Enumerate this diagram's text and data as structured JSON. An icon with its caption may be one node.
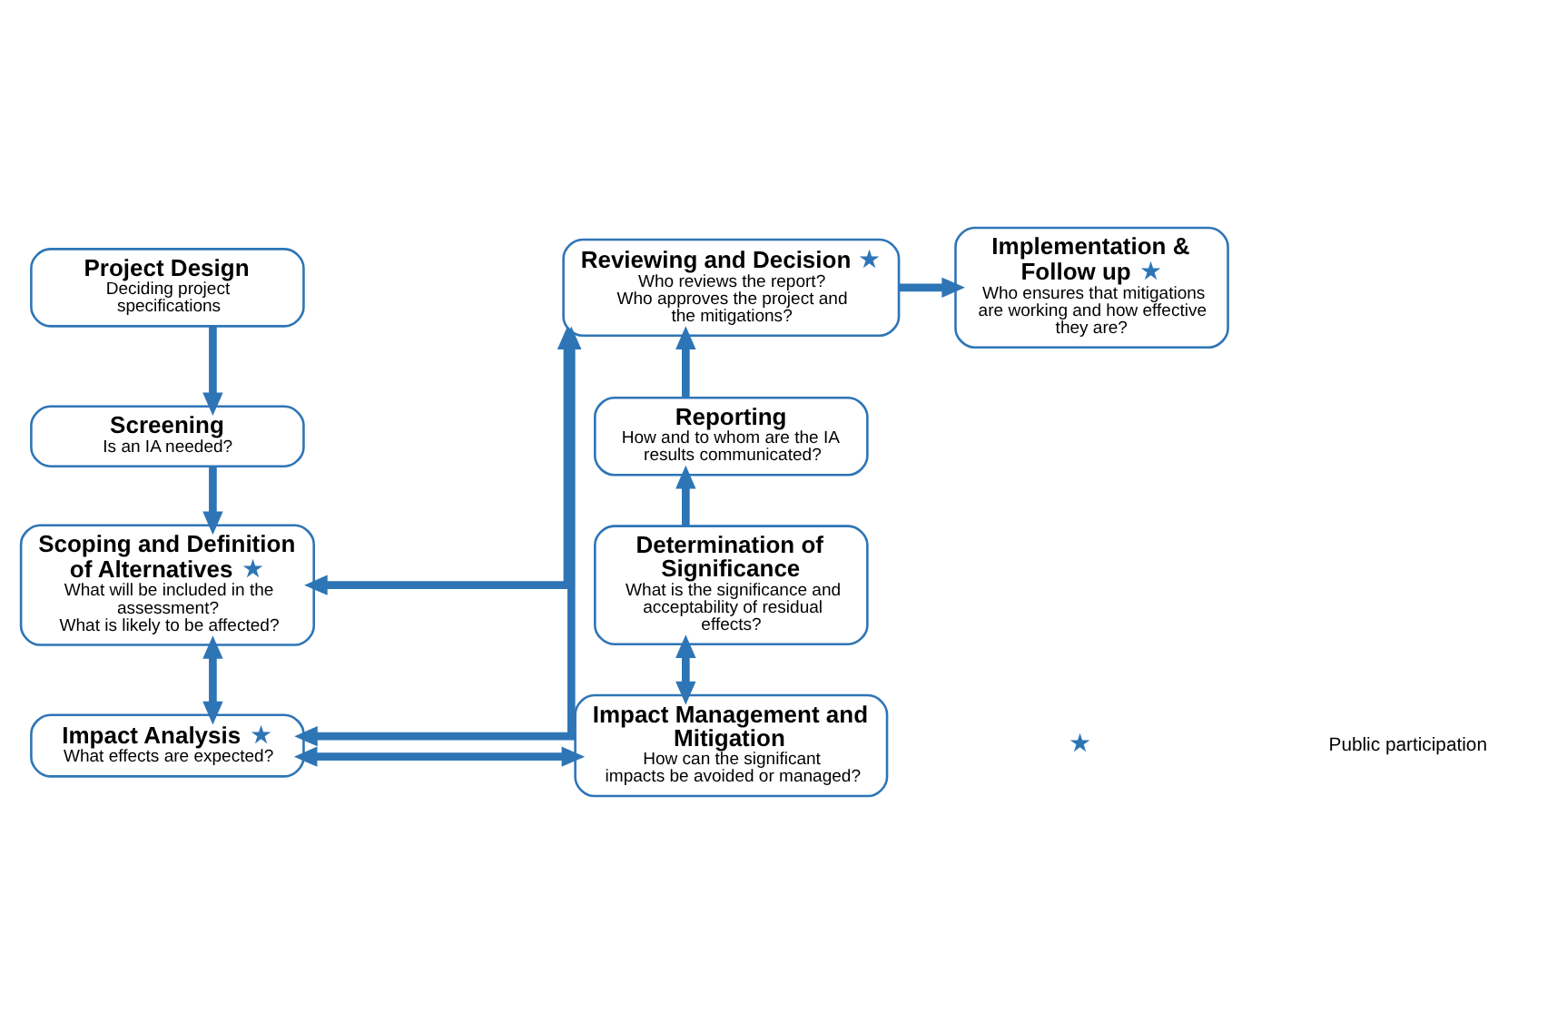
{
  "diagram": {
    "nodes": [
      {
        "text": [
          "Project Design",
          "Deciding project specifications"
        ]
      },
      {
        "text": [
          "Screening",
          "Is an IA needed?"
        ]
      },
      {
        "text": [
          "Scoping and Definition of Alternatives",
          "★",
          "What will be included in the assessment?",
          "What is likely to be affected?"
        ]
      },
      {
        "text": [
          "Impact Analysis",
          "★",
          "What effects are expected?"
        ]
      },
      {
        "text": [
          "Impact Management and Mitigation",
          "How can the significant impacts be avoided or managed?"
        ]
      },
      {
        "text": [
          "Determination of Significance",
          "What is the significance and acceptability of residual effects?"
        ]
      },
      {
        "text": [
          "Reporting",
          "How and to whom are the IA results communicated?"
        ]
      },
      {
        "text": [
          "Reviewing and Decision",
          "★",
          "Who reviews the report?",
          "Who approves the project and the mitigations?"
        ]
      },
      {
        "text": [
          "Implementation & Follow up",
          "★",
          "Who ensures that mitigations are working and how effective they are?"
        ]
      }
    ],
    "edges": [
      {
        "from": 0,
        "to": 1,
        "arrow": "to"
      },
      {
        "from": 1,
        "to": 2,
        "arrow": "to"
      },
      {
        "from": 2,
        "to": 3,
        "arrow": "both"
      },
      {
        "from": 3,
        "to": 4,
        "arrow": "both"
      },
      {
        "from": 4,
        "to": 5,
        "arrow": "both"
      },
      {
        "from": 5,
        "to": 6,
        "arrow": "to"
      },
      {
        "from": 6,
        "to": 7,
        "arrow": "to"
      },
      {
        "from": 2,
        "to": 7,
        "arrow": "both"
      },
      {
        "from": 7,
        "to": 8,
        "arrow": "to"
      },
      {
        "from": 3,
        "to": 7,
        "arrow": "both"
      }
    ],
    "labels": [
      "★"
    ],
    "legend": [
      {
        "text": "Public participation"
      }
    ]
  }
}
